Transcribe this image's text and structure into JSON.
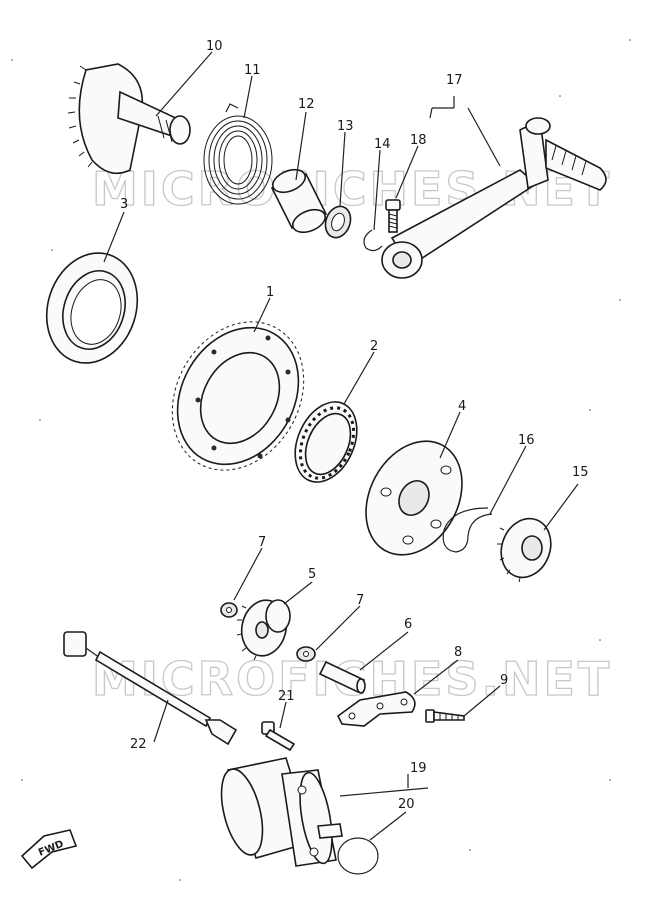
{
  "watermark": "MICROFICHES.NET",
  "fwd_label": "FWD",
  "callouts": {
    "c1": "1",
    "c2": "2",
    "c3": "3",
    "c4": "4",
    "c5": "5",
    "c6": "6",
    "c7a": "7",
    "c7b": "7",
    "c8": "8",
    "c9": "9",
    "c10": "10",
    "c11": "11",
    "c12": "12",
    "c13": "13",
    "c14": "14",
    "c15": "15",
    "c16": "16",
    "c17": "17",
    "c18": "18",
    "c19": "19",
    "c20": "20",
    "c21": "21",
    "c22": "22"
  }
}
